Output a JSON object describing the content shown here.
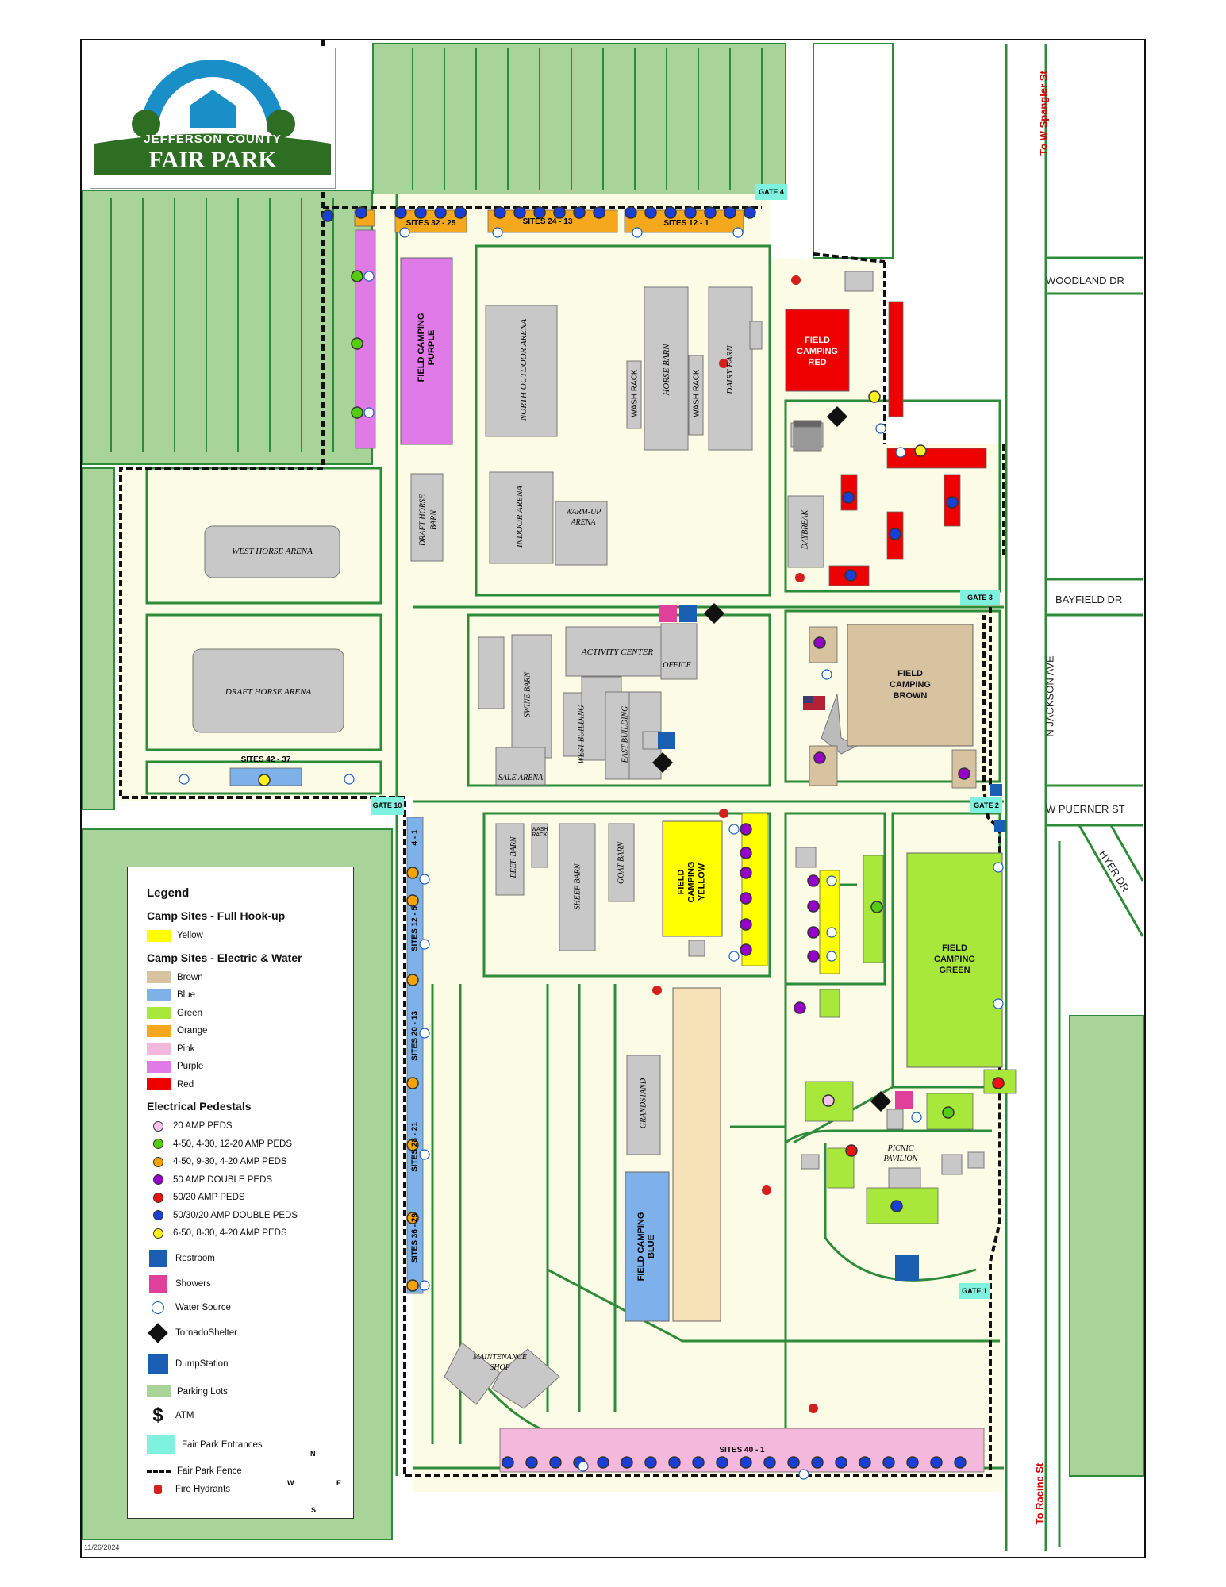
{
  "logo": {
    "line1": "JEFFERSON COUNTY",
    "line2": "FAIR PARK"
  },
  "date": "11/26/2024",
  "roads": {
    "spangler": "To W Spangler St",
    "racine": "To Racine St",
    "woodland": "WOODLAND DR",
    "bayfield": "BAYFIELD DR",
    "jackson": "N JACKSON AVE",
    "puerner": "W PUERNER ST",
    "hyer": "HYER DR"
  },
  "gates": {
    "g1": "GATE 1",
    "g2": "GATE 2",
    "g3": "GATE 3",
    "g4": "GATE 4",
    "g10": "GATE 10"
  },
  "buildings": {
    "north_outdoor_arena": "NORTH OUTDOOR ARENA",
    "horse_barn": "HORSE BARN",
    "dairy_barn": "DAIRY BARN",
    "wash_rack_1": "WASH RACK",
    "wash_rack_2": "WASH RACK",
    "wash_rack_3": "WASH RACK",
    "indoor_arena": "INDOOR ARENA",
    "warm_up_arena_1": "WARM-UP",
    "warm_up_arena_2": "ARENA",
    "draft_horse_barn_1": "DRAFT HORSE",
    "draft_horse_barn_2": "BARN",
    "west_horse_arena": "WEST HORSE ARENA",
    "draft_horse_arena": "DRAFT HORSE ARENA",
    "daybreak": "DAYBREAK",
    "activity_center": "ACTIVITY CENTER",
    "office": "OFFICE",
    "swine_barn": "SWINE BARN",
    "west_building": "WEST BUILDING",
    "east_building": "EAST BUILDING",
    "sale_arena": "SALE ARENA",
    "beef_barn": "BEEF BARN",
    "sheep_barn": "SHEEP BARN",
    "goat_barn": "GOAT BARN",
    "grandstand": "GRANDSTAND",
    "picnic_pavilion_1": "PICNIC",
    "picnic_pavilion_2": "PAVILION",
    "maintenance_shop_1": "MAINTENANCE",
    "maintenance_shop_2": "SHOP"
  },
  "field_camping": {
    "red": [
      "FIELD",
      "CAMPING",
      "RED"
    ],
    "brown": [
      "FIELD",
      "CAMPING",
      "BROWN"
    ],
    "green": [
      "FIELD",
      "CAMPING",
      "GREEN"
    ],
    "yellow_v": [
      "FIELD",
      "CAMPING",
      "YELLOW"
    ],
    "purple_v": [
      "FIELD CAMPING",
      "PURPLE"
    ],
    "blue_v": [
      "FIELD CAMPING",
      "BLUE"
    ]
  },
  "site_labels": {
    "s32_25": "SITES 32 - 25",
    "s24_13": "SITES 24 - 13",
    "s12_1_top": "SITES 12 - 1",
    "s42_37": "SITES 42 - 37",
    "s4_1": "4 - 1",
    "s12_5": "SITES 12 - 5",
    "s20_13": "SITES 20 - 13",
    "s28_21": "SITES 28 - 21",
    "s36_29": "SITES 36 - 29",
    "s40_1": "SITES 40 - 1"
  },
  "legend": {
    "title": "Legend",
    "full_hookup_title": "Camp Sites - Full Hook-up",
    "full_hookup": [
      {
        "label": "Yellow",
        "color": "#ffff00"
      }
    ],
    "ew_title": "Camp Sites - Electric & Water",
    "ew": [
      {
        "label": "Brown",
        "color": "#d8c3a0"
      },
      {
        "label": "Blue",
        "color": "#7eb0ea"
      },
      {
        "label": "Green",
        "color": "#a8e83a"
      },
      {
        "label": "Orange",
        "color": "#f5a81b"
      },
      {
        "label": "Pink",
        "color": "#f4b8dc"
      },
      {
        "label": "Purple",
        "color": "#e07ae6"
      },
      {
        "label": "Red",
        "color": "#ee0000"
      }
    ],
    "peds_title": "Electrical Pedestals",
    "peds": [
      {
        "label": "20 AMP PEDS",
        "color": "#f4c4ea"
      },
      {
        "label": "4-50, 4-30, 12-20 AMP PEDS",
        "color": "#55cc11"
      },
      {
        "label": "4-50, 9-30, 4-20 AMP PEDS",
        "color": "#f5a300"
      },
      {
        "label": "50 AMP DOUBLE PEDS",
        "color": "#9400c8"
      },
      {
        "label": "50/20 AMP PEDS",
        "color": "#ee1111"
      },
      {
        "label": "50/30/20 AMP DOUBLE PEDS",
        "color": "#1a3fd6"
      },
      {
        "label": "6-50, 8-30, 4-20 AMP PEDS",
        "color": "#ffee22"
      }
    ],
    "icons": [
      {
        "label": "Restroom",
        "icon": "restroom-icon"
      },
      {
        "label": "Showers",
        "icon": "shower-icon"
      },
      {
        "label": "Water Source",
        "icon": "water-source-icon"
      },
      {
        "label": "TornadoShelter",
        "icon": "tornado-shelter-icon"
      },
      {
        "label": "DumpStation",
        "icon": "dump-station-icon"
      },
      {
        "label": "Parking Lots",
        "icon": "parking-lot-swatch"
      },
      {
        "label": "ATM",
        "icon": "atm-icon"
      },
      {
        "label": "Fair Park Entrances",
        "icon": "entrance-swatch"
      },
      {
        "label": "Fair Park Fence",
        "icon": "fence-icon"
      },
      {
        "label": "Fire Hydrants",
        "icon": "fire-hydrant-icon"
      }
    ],
    "compass": [
      "N",
      "S",
      "E",
      "W"
    ]
  },
  "colors": {
    "grounds": "#fbfbe6",
    "road": "#2e8b3a",
    "parking": "#a8d49a",
    "building": "#c8c8c8",
    "entrance": "#7ff1df"
  }
}
